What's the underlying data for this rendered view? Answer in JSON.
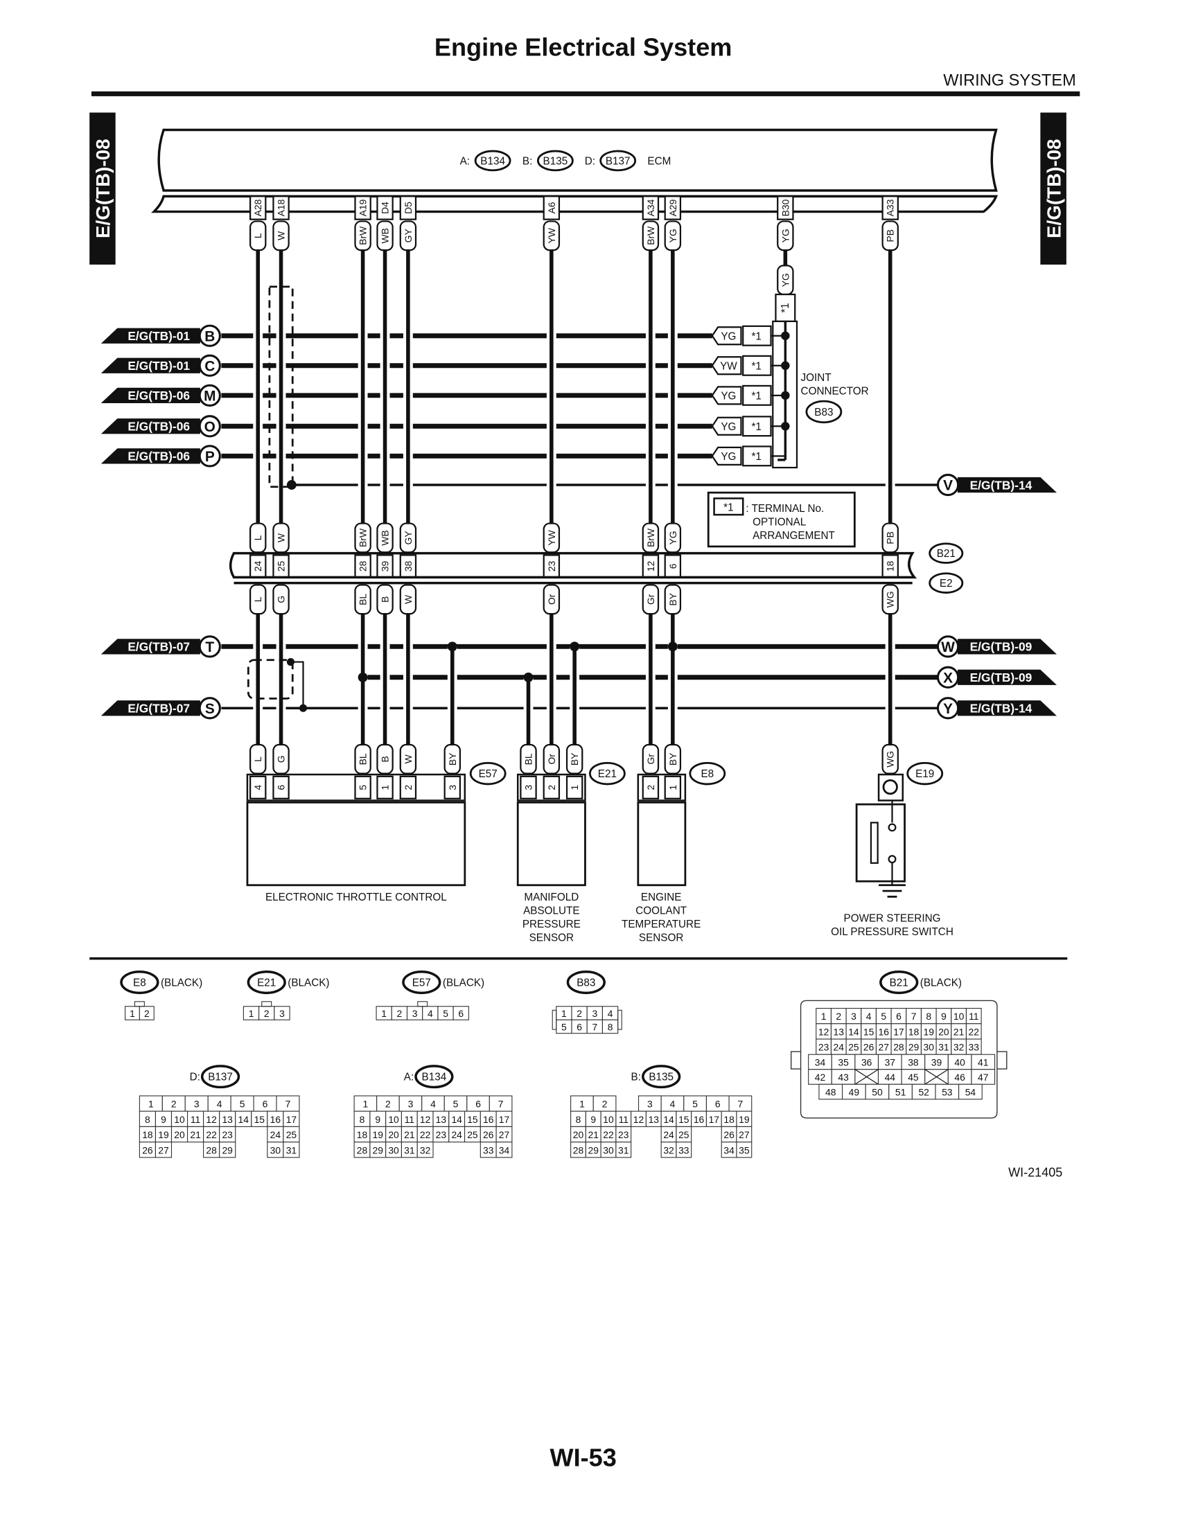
{
  "header": {
    "title": "Engine Electrical System",
    "section": "WIRING SYSTEM"
  },
  "side_tab": "E/G(TB)-08",
  "ecm": {
    "connectors": [
      {
        "prefix": "A:",
        "id": "B134"
      },
      {
        "prefix": "B:",
        "id": "B135"
      },
      {
        "prefix": "D:",
        "id": "B137"
      }
    ],
    "label": "ECM"
  },
  "columns": [
    {
      "ecm_pin": "A28",
      "ecm_color": "L",
      "b21_pin": "24",
      "e2_color": "L",
      "dev_color": "L",
      "dev_pin": "4"
    },
    {
      "ecm_pin": "A18",
      "ecm_color": "W",
      "b21_pin": "25",
      "e2_color": "G",
      "dev_color": "G",
      "dev_pin": "6"
    },
    {
      "ecm_pin": "A19",
      "ecm_color": "BrW",
      "b21_pin": "28",
      "e2_color": "BL",
      "dev_color": "BL",
      "dev_pin": "5"
    },
    {
      "ecm_pin": "D4",
      "ecm_color": "WB",
      "b21_pin": "39",
      "e2_color": "B",
      "dev_color": "B",
      "dev_pin": "1"
    },
    {
      "ecm_pin": "D5",
      "ecm_color": "GY",
      "b21_pin": "38",
      "e2_color": "W",
      "dev_color": "W",
      "dev_pin": "2"
    },
    {
      "ecm_pin": "A6",
      "ecm_color": "YW",
      "b21_pin": "23",
      "e2_color": "Or",
      "dev_color": "Or",
      "dev_pin": "2"
    },
    {
      "ecm_pin": "A34",
      "ecm_color": "BrW",
      "b21_pin": "12",
      "e2_color": "Gr",
      "dev_color": "Gr",
      "dev_pin": "2"
    },
    {
      "ecm_pin": "A29",
      "ecm_color": "YG",
      "b21_pin": "6",
      "e2_color": "BY",
      "dev_color": "BY",
      "dev_pin": "1"
    },
    {
      "ecm_pin": "B30",
      "ecm_color": "YG",
      "joint_color": "YG",
      "joint_pin": "*1"
    },
    {
      "ecm_pin": "A33",
      "ecm_color": "PB",
      "b21_pin": "18",
      "e2_color": "WG",
      "dev_color": "WG"
    }
  ],
  "extra_device_wires": [
    {
      "color": "BY",
      "pin": "3"
    },
    {
      "color": "BL",
      "pin": "3"
    },
    {
      "color": "BY",
      "pin": "1"
    }
  ],
  "left_refs": [
    {
      "ref": "E/G(TB)-01",
      "letter": "B"
    },
    {
      "ref": "E/G(TB)-01",
      "letter": "C"
    },
    {
      "ref": "E/G(TB)-06",
      "letter": "M"
    },
    {
      "ref": "E/G(TB)-06",
      "letter": "O"
    },
    {
      "ref": "E/G(TB)-06",
      "letter": "P"
    },
    {
      "ref": "E/G(TB)-07",
      "letter": "T"
    },
    {
      "ref": "E/G(TB)-07",
      "letter": "S"
    }
  ],
  "right_refs": [
    {
      "ref": "E/G(TB)-14",
      "letter": "V"
    },
    {
      "ref": "E/G(TB)-09",
      "letter": "W"
    },
    {
      "ref": "E/G(TB)-09",
      "letter": "X"
    },
    {
      "ref": "E/G(TB)-14",
      "letter": "Y"
    }
  ],
  "joint": {
    "colors": [
      "YG",
      "YW",
      "YG",
      "YG",
      "YG"
    ],
    "pin": "*1",
    "label_line1": "JOINT",
    "label_line2": "CONNECTOR",
    "id": "B83"
  },
  "legend": {
    "symbol": "*1",
    "line1": ": TERMINAL No.",
    "line2": "OPTIONAL",
    "line3": "ARRANGEMENT"
  },
  "inline_connector": {
    "id_top": "B21",
    "id_bottom": "E2"
  },
  "devices": [
    {
      "id": "E57",
      "name_lines": [
        "ELECTRONIC THROTTLE CONTROL"
      ]
    },
    {
      "id": "E21",
      "name_lines": [
        "MANIFOLD",
        "ABSOLUTE",
        "PRESSURE",
        "SENSOR"
      ]
    },
    {
      "id": "E8",
      "name_lines": [
        "ENGINE",
        "COOLANT",
        "TEMPERATURE",
        "SENSOR"
      ]
    },
    {
      "id": "E19",
      "name_lines": [
        "POWER STEERING",
        "OIL PRESSURE SWITCH"
      ]
    }
  ],
  "connector_views": [
    {
      "id": "E8",
      "color": "(BLACK)",
      "rows": [
        [
          "1",
          "2"
        ]
      ]
    },
    {
      "id": "E21",
      "color": "(BLACK)",
      "rows": [
        [
          "1",
          "2",
          "3"
        ]
      ]
    },
    {
      "id": "E57",
      "color": "(BLACK)",
      "rows": [
        [
          "1",
          "2",
          "3",
          "4",
          "5",
          "6"
        ]
      ]
    },
    {
      "id": "B83",
      "color": "",
      "rows": [
        [
          "1",
          "2",
          "3",
          "4"
        ],
        [
          "5",
          "6",
          "7",
          "8"
        ]
      ]
    },
    {
      "id": "B21",
      "color": "(BLACK)",
      "rows": [
        [
          "1",
          "2",
          "3",
          "4",
          "5",
          "6",
          "7",
          "8",
          "9",
          "10",
          "11"
        ],
        [
          "12",
          "13",
          "14",
          "15",
          "16",
          "17",
          "18",
          "19",
          "20",
          "21",
          "22"
        ],
        [
          "23",
          "24",
          "25",
          "26",
          "27",
          "28",
          "29",
          "30",
          "31",
          "32",
          "33"
        ],
        [
          "34",
          "35",
          "36",
          "37",
          "38",
          "39",
          "40",
          "41"
        ],
        [
          "42",
          "43",
          "X",
          "44",
          "45",
          "X",
          "46",
          "47"
        ],
        [
          "48",
          "49",
          "50",
          "51",
          "52",
          "53",
          "54"
        ]
      ]
    },
    {
      "id": "B137",
      "prefix": "D:",
      "color": "",
      "rows": [
        [
          "1",
          "2",
          "3",
          "4",
          "5",
          "6",
          "7"
        ],
        [
          "8",
          "9",
          "10",
          "11",
          "12",
          "13",
          "14",
          "15",
          "16",
          "17"
        ],
        [
          "18",
          "19",
          "20",
          "21",
          "22",
          "23",
          "",
          "",
          "24",
          "25"
        ],
        [
          "26",
          "27",
          "",
          "",
          "28",
          "29",
          "",
          "",
          "30",
          "31"
        ]
      ]
    },
    {
      "id": "B134",
      "prefix": "A:",
      "color": "",
      "rows": [
        [
          "1",
          "2",
          "3",
          "4",
          "5",
          "6",
          "7"
        ],
        [
          "8",
          "9",
          "10",
          "11",
          "12",
          "13",
          "14",
          "15",
          "16",
          "17"
        ],
        [
          "18",
          "19",
          "20",
          "21",
          "22",
          "23",
          "24",
          "25",
          "26",
          "27"
        ],
        [
          "28",
          "29",
          "30",
          "31",
          "32",
          "",
          "",
          "",
          "33",
          "34"
        ]
      ]
    },
    {
      "id": "B135",
      "prefix": "B:",
      "color": "",
      "rows": [
        [
          "1",
          "2",
          "",
          "3",
          "4",
          "5",
          "6",
          "7"
        ],
        [
          "8",
          "9",
          "10",
          "11",
          "12",
          "13",
          "14",
          "15",
          "16",
          "17",
          "18",
          "19"
        ],
        [
          "20",
          "21",
          "22",
          "23",
          "",
          "",
          "24",
          "25",
          "",
          "",
          "26",
          "27"
        ],
        [
          "28",
          "29",
          "30",
          "31",
          "",
          "",
          "32",
          "33",
          "",
          "",
          "34",
          "35"
        ]
      ]
    }
  ],
  "figure_id": "WI-21405",
  "page_number": "WI-53"
}
